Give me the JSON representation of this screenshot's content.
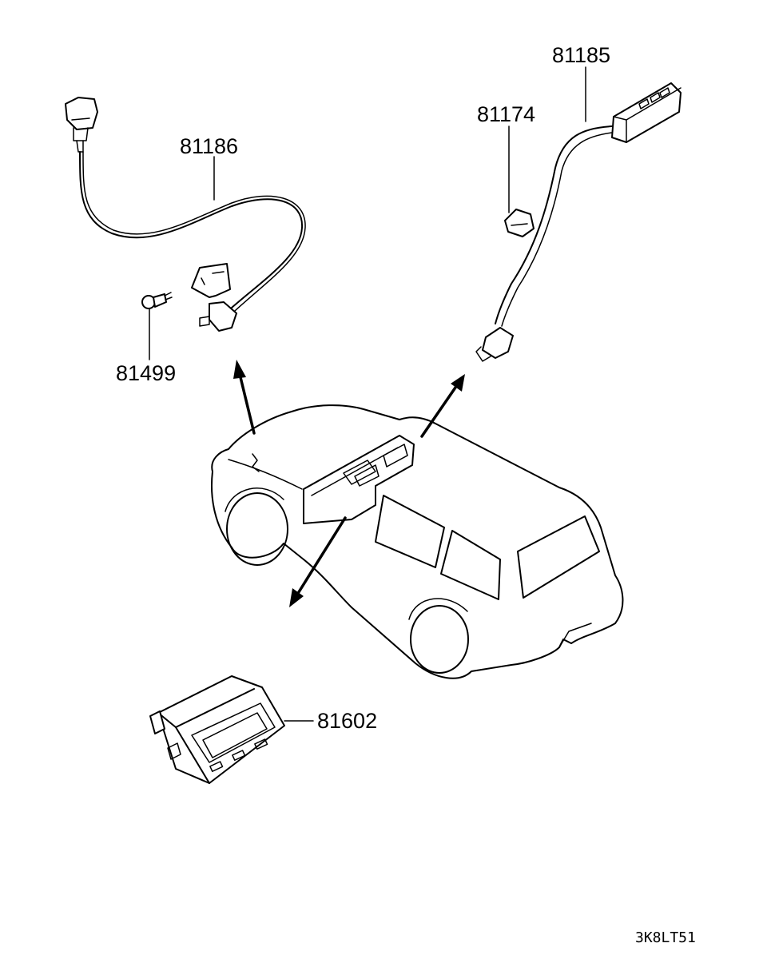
{
  "parts": [
    {
      "id": "81186",
      "label": "81186",
      "depicts": "cable with connector and bracket"
    },
    {
      "id": "81499",
      "label": "81499",
      "depicts": "bolt"
    },
    {
      "id": "81174",
      "label": "81174",
      "depicts": "clip"
    },
    {
      "id": "81185",
      "label": "81185",
      "depicts": "harness with unit"
    },
    {
      "id": "81602",
      "label": "81602",
      "depicts": "display unit"
    }
  ],
  "diagram_code": "3K8LT51"
}
